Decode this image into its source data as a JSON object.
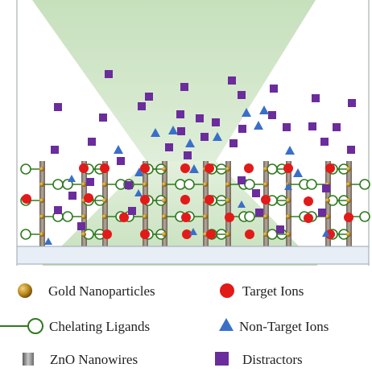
{
  "legend": {
    "gold": "Gold Nanoparticles",
    "target": "Target Ions",
    "ligand": "Chelating Ligands",
    "nontarget": "Non-Target Ions",
    "zno": "ZnO Nanowires",
    "distractor": "Distractors"
  },
  "colors": {
    "beam": "#cde4c4",
    "substrate": "#e7eef5",
    "target_ion": "#e21a1a",
    "non_target_ion": "#3a6fc9",
    "distractor": "#6b2c9c",
    "ligand": "#2f7a1e",
    "nanowire": "#8a7d72",
    "gold": "#b3861c"
  },
  "icons": [
    "gold-nanoparticle-icon",
    "target-ion-icon",
    "chelating-ligand-icon",
    "non-target-ion-icon",
    "zno-nanowire-icon",
    "distractor-icon"
  ]
}
